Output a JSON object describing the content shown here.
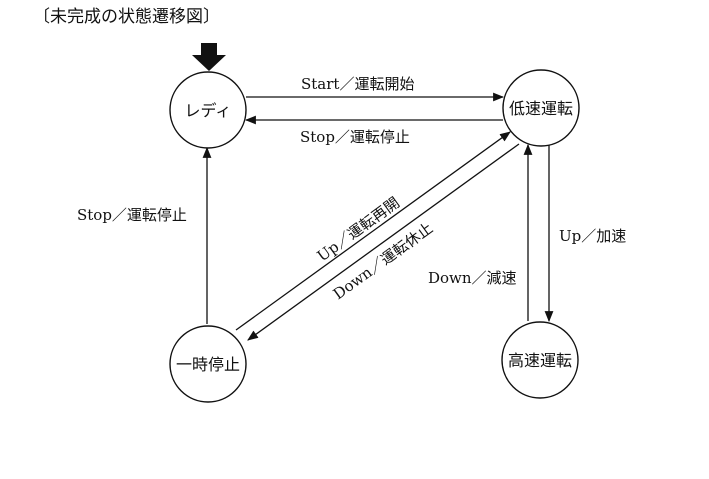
{
  "title": "〔未完成の状態遷移図〕",
  "states": {
    "ready": "レディ",
    "low_speed": "低速運転",
    "high_speed": "高速運転",
    "pause": "一時停止"
  },
  "transitions": {
    "ready_to_low": "Start／運転開始",
    "low_to_ready": "Stop／運転停止",
    "pause_to_ready": "Stop／運転停止",
    "pause_to_low": "Up／運転再開",
    "low_to_pause": "Down／運転休止",
    "low_to_high": "Up／加速",
    "high_to_low": "Down／減速"
  }
}
